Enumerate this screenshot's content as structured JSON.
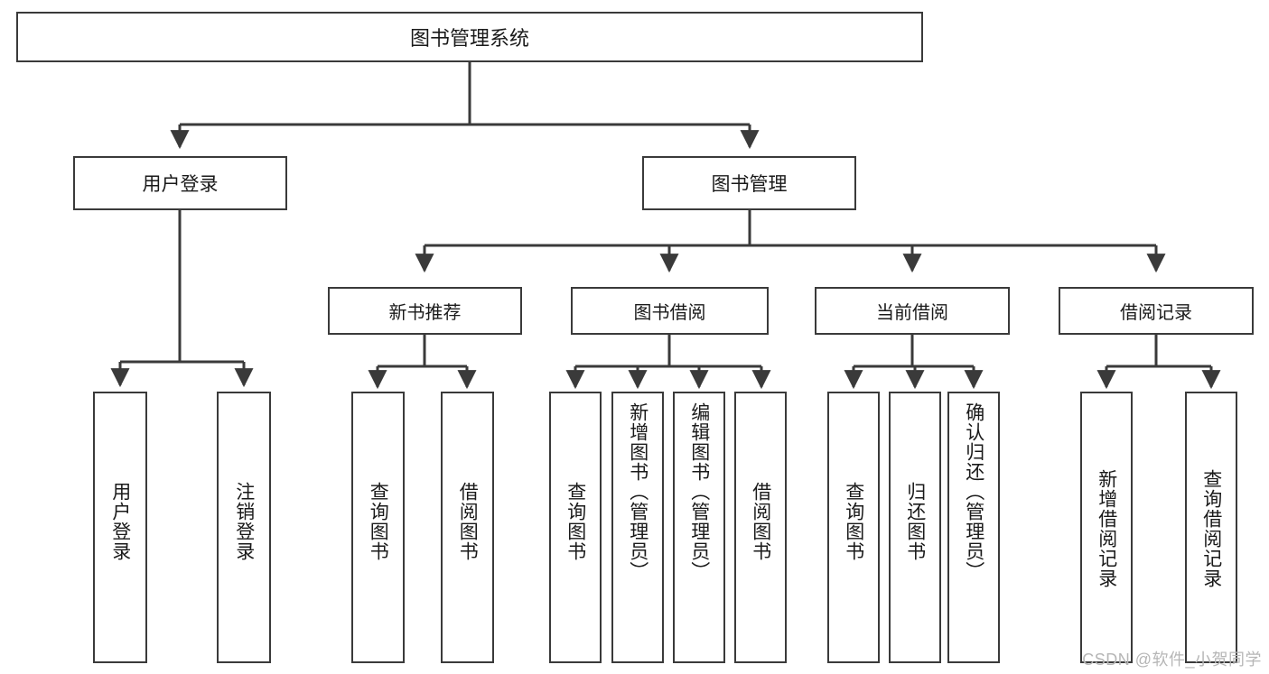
{
  "diagram": {
    "type": "tree-hierarchy-chart",
    "title": "图书管理系统",
    "orientation": "top-down",
    "line_color": "#3a3a3a",
    "box_fill": "#ffffff",
    "text_color": "#1a1a1a",
    "nodes": {
      "root": {
        "label": "图书管理系统",
        "level": 0
      },
      "level1": [
        {
          "id": "user-login",
          "label": "用户登录"
        },
        {
          "id": "book-management",
          "label": "图书管理"
        }
      ],
      "level2": [
        {
          "id": "new-book-recommend",
          "label": "新书推荐"
        },
        {
          "id": "book-borrow",
          "label": "图书借阅"
        },
        {
          "id": "current-borrow",
          "label": "当前借阅"
        },
        {
          "id": "borrow-record",
          "label": "借阅记录"
        }
      ],
      "leaves": {
        "user_login": [
          {
            "id": "leaf-user-login",
            "label": "用户登录"
          },
          {
            "id": "leaf-logout",
            "label": "注销登录"
          }
        ],
        "new_book_recommend": [
          {
            "id": "leaf-query-book-1",
            "label": "查询图书"
          },
          {
            "id": "leaf-borrow-book-1",
            "label": "借阅图书"
          }
        ],
        "book_borrow": [
          {
            "id": "leaf-query-book-2",
            "label": "查询图书"
          },
          {
            "id": "leaf-add-book",
            "label": "新增图书（管理员）"
          },
          {
            "id": "leaf-edit-book",
            "label": "编辑图书（管理员）"
          },
          {
            "id": "leaf-borrow-book-2",
            "label": "借阅图书"
          }
        ],
        "current_borrow": [
          {
            "id": "leaf-query-book-3",
            "label": "查询图书"
          },
          {
            "id": "leaf-return-book",
            "label": "归还图书"
          },
          {
            "id": "leaf-confirm-return",
            "label": "确认归还（管理员）"
          }
        ],
        "borrow_record": [
          {
            "id": "leaf-add-record",
            "label": "新增借阅记录"
          },
          {
            "id": "leaf-query-record",
            "label": "查询借阅记录"
          }
        ]
      }
    }
  },
  "watermark": {
    "text": "CSDN @软件_小贺同学"
  }
}
